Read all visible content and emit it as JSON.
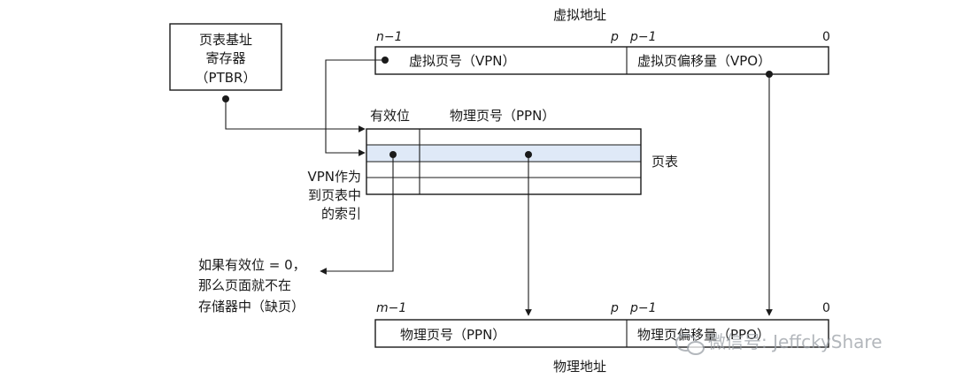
{
  "labels": {
    "virtual_address_title": "虚拟地址",
    "physical_address_title": "物理地址",
    "ptbr_line1": "页表基址",
    "ptbr_line2": "寄存器",
    "ptbr_line3": "（PTBR）",
    "va_bit_high": "n−1",
    "va_bit_p": "p",
    "va_bit_p1": "p−1",
    "va_bit_zero": "0",
    "vpn_field": "虚拟页号（VPN）",
    "vpo_field": "虚拟页偏移量（VPO）",
    "valid_header": "有效位",
    "ppn_header": "物理页号（PPN）",
    "page_table": "页表",
    "vpn_index_line1": "VPN作为",
    "vpn_index_line2": "到页表中",
    "vpn_index_line3": "的索引",
    "invalid_line1": "如果有效位 = 0，",
    "invalid_line2": "那么页面就不在",
    "invalid_line3": "存储器中（缺页）",
    "pa_bit_high": "m−1",
    "pa_bit_p": "p",
    "pa_bit_p1": "p−1",
    "pa_bit_zero": "0",
    "ppn_field": "物理页号（PPN）",
    "ppo_field": "物理页偏移量（PPO）",
    "watermark": "微信号: JeffckyShare"
  },
  "colors": {
    "ink": "#1a1a1a",
    "row_highlight": "#dfe9f7",
    "watermark": "#9aa0a6"
  },
  "icons": {
    "watermark_logo": "wechat-icon"
  }
}
